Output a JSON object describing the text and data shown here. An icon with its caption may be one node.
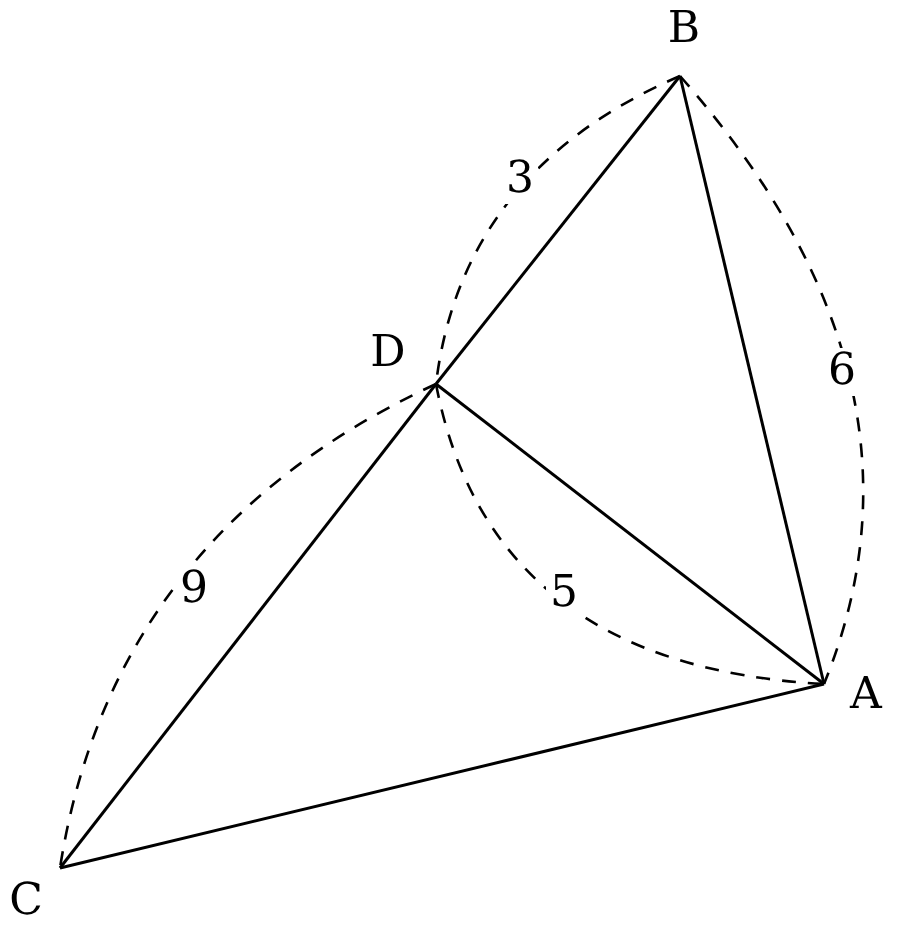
{
  "diagram": {
    "nodes": [
      {
        "text": [
          "A"
        ]
      },
      {
        "text": [
          "B"
        ]
      },
      {
        "text": [
          "C"
        ]
      },
      {
        "text": [
          "D"
        ]
      }
    ],
    "edges": [
      {
        "from": 1,
        "to": 3,
        "arrow": "none"
      },
      {
        "from": 3,
        "to": 2,
        "arrow": "none"
      },
      {
        "from": 1,
        "to": 0,
        "arrow": "none"
      },
      {
        "from": 3,
        "to": 0,
        "arrow": "none"
      },
      {
        "from": 2,
        "to": 0,
        "arrow": "none"
      }
    ],
    "labels": [
      "3",
      "6",
      "9",
      "5"
    ]
  }
}
